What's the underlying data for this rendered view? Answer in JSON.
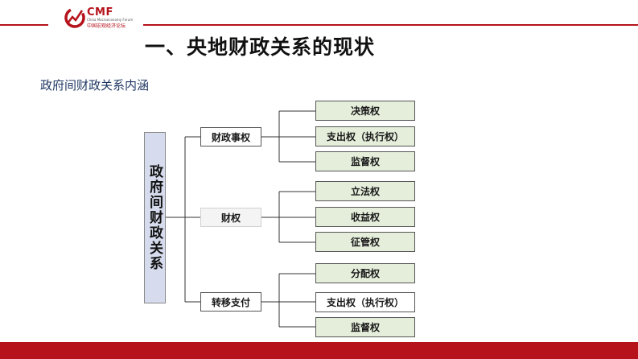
{
  "logo": {
    "brand": "CMF",
    "sub": "China Macroeconomy Forum",
    "cn": "中国宏观经济论坛"
  },
  "colors": {
    "accent": "#b5121b",
    "root_fill": "#d6dced",
    "leaf_fill": "#e5eedb"
  },
  "slide": {
    "title": "一、央地财政关系的现状",
    "subtitle": "政府间财政关系内涵"
  },
  "diagram": {
    "root": "政府间财政关系",
    "branches": [
      {
        "label": "财政事权",
        "children": [
          "决策权",
          "支出权（执行权）",
          "监督权"
        ]
      },
      {
        "label": "财权",
        "children": [
          "立法权",
          "收益权",
          "征管权"
        ]
      },
      {
        "label": "转移支付",
        "children": [
          "分配权",
          "支出权（执行权）",
          "监督权"
        ]
      }
    ]
  }
}
